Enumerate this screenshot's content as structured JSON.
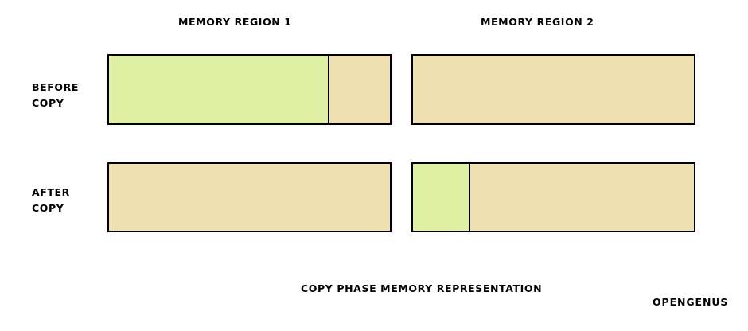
{
  "diagram": {
    "caption": "COPY PHASE MEMORY REPRESENTATION",
    "watermark": "OPENGENUS",
    "colors": {
      "used_green": "#DFEFA4",
      "free_tan": "#EEE0B0",
      "outline": "#000000",
      "background": "#FFFFFF"
    },
    "column_headers": [
      {
        "id": "region-1",
        "label": "MEMORY REGION 1"
      },
      {
        "id": "region-2",
        "label": "MEMORY REGION 2"
      }
    ],
    "row_headers": [
      {
        "id": "before",
        "line1": "BEFORE",
        "line2": "COPY"
      },
      {
        "id": "after",
        "line1": "AFTER",
        "line2": "COPY"
      }
    ],
    "bars": {
      "before_region_1": {
        "segments": [
          {
            "name": "live-objects",
            "color": "#DFEFA4",
            "percent": 78.4
          },
          {
            "name": "free-space",
            "color": "#EEE0B0",
            "percent": 21.6
          }
        ]
      },
      "before_region_2": {
        "segments": [
          {
            "name": "free-space",
            "color": "#EEE0B0",
            "percent": 100
          }
        ]
      },
      "after_region_1": {
        "segments": [
          {
            "name": "free-space",
            "color": "#EEE0B0",
            "percent": 100
          }
        ]
      },
      "after_region_2": {
        "segments": [
          {
            "name": "live-objects",
            "color": "#DFEFA4",
            "percent": 20.4
          },
          {
            "name": "free-space",
            "color": "#EEE0B0",
            "percent": 79.6
          }
        ]
      }
    }
  }
}
